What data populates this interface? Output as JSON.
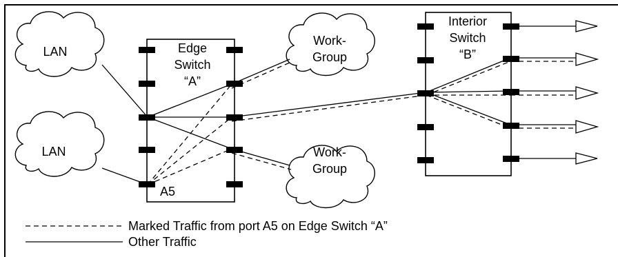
{
  "clouds": {
    "lan_top": "LAN",
    "lan_bottom": "LAN",
    "workgroup_top": [
      "Work-",
      "Group"
    ],
    "workgroup_bottom": [
      "Work-",
      "Group"
    ]
  },
  "edge_switch": {
    "lines": [
      "Edge",
      "Switch",
      "“A”"
    ],
    "port_label": "A5"
  },
  "interior_switch": {
    "lines": [
      "Interior",
      "Switch",
      "“B”"
    ]
  },
  "legend": {
    "marked": "Marked Traffic from port A5 on Edge Switch “A”",
    "other": "Other Traffic"
  }
}
